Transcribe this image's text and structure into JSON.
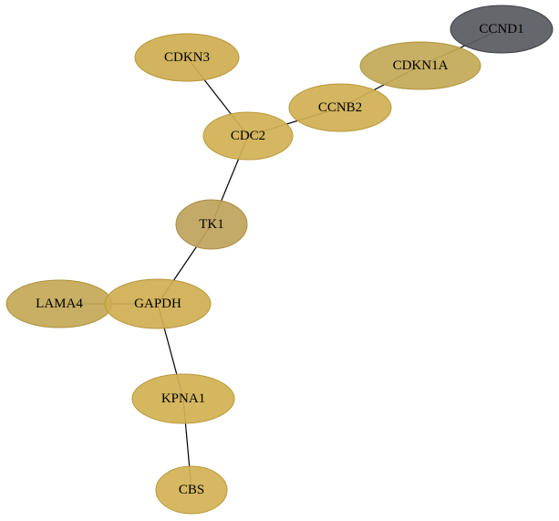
{
  "network": {
    "nodes": [
      {
        "id": "ccnd1",
        "label": "CCND1",
        "fill": "#5a5a62",
        "stroke": "#3e3e46"
      },
      {
        "id": "cdkn1a",
        "label": "CDKN1A",
        "fill": "#c3a958",
        "stroke": "#b0953e"
      },
      {
        "id": "cdkn3",
        "label": "CDKN3",
        "fill": "#cfae52",
        "stroke": "#b8963a"
      },
      {
        "id": "ccnb2",
        "label": "CCNB2",
        "fill": "#d1b054",
        "stroke": "#ba983a"
      },
      {
        "id": "cdc2",
        "label": "CDC2",
        "fill": "#d2b055",
        "stroke": "#ba983a"
      },
      {
        "id": "tk1",
        "label": "TK1",
        "fill": "#c0a45e",
        "stroke": "#a88c44"
      },
      {
        "id": "lama4",
        "label": "LAMA4",
        "fill": "#c5a958",
        "stroke": "#ad913e"
      },
      {
        "id": "gapdh",
        "label": "GAPDH",
        "fill": "#d0ae53",
        "stroke": "#b8963a"
      },
      {
        "id": "kpna1",
        "label": "KPNA1",
        "fill": "#d2b154",
        "stroke": "#ba983a"
      },
      {
        "id": "cbs",
        "label": "CBS",
        "fill": "#d3b256",
        "stroke": "#bb993c"
      }
    ],
    "edges": [
      {
        "source": "ccnd1",
        "target": "cdkn1a"
      },
      {
        "source": "cdkn1a",
        "target": "ccnb2"
      },
      {
        "source": "ccnb2",
        "target": "cdc2"
      },
      {
        "source": "cdkn3",
        "target": "cdc2"
      },
      {
        "source": "cdc2",
        "target": "tk1"
      },
      {
        "source": "tk1",
        "target": "gapdh"
      },
      {
        "source": "lama4",
        "target": "gapdh"
      },
      {
        "source": "gapdh",
        "target": "kpna1"
      },
      {
        "source": "kpna1",
        "target": "cbs"
      }
    ]
  }
}
